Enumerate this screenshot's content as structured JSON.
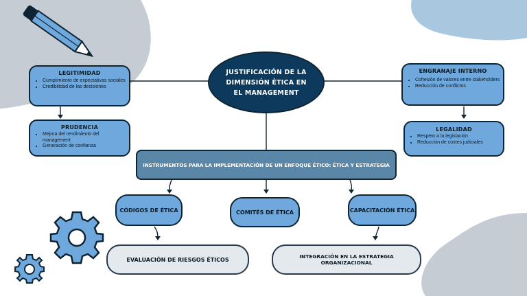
{
  "central": {
    "title": "JUSTIFICACIÓN DE LA DIMENSIÓN ÉTICA EN EL MANAGEMENT"
  },
  "left_boxes": [
    {
      "title": "LEGITIMIDAD",
      "items": [
        "Cumplimiento de expectativas sociales",
        "Credibilidad de las decisiones"
      ]
    },
    {
      "title": "PRUDENCIA",
      "items": [
        "Mejora del rendimiento del management",
        "Generación de confianza"
      ]
    }
  ],
  "right_boxes": [
    {
      "title": "ENGRANAJE INTERNO",
      "items": [
        "Cohesión de valores entre stakeholders",
        "Reducción de conflictos"
      ]
    },
    {
      "title": "LEGALIDAD",
      "items": [
        "Respeto a la legislación",
        "Reducción de costes judiciales"
      ]
    }
  ],
  "banner": {
    "title": "INSTRUMENTOS PARA LA IMPLEMENTACIÓN DE UN ENFOQUE ÉTICO: ÉTICA Y ESTRATEGIA"
  },
  "instruments": [
    {
      "label": "CÓDIGOS DE ÉTICA"
    },
    {
      "label": "COMITÉS DE ÉTICA"
    },
    {
      "label": "CAPACITACIÓN ÉTICA"
    }
  ],
  "outcomes": [
    {
      "label": "EVALUACIÓN DE RIESGOS ÉTICOS"
    },
    {
      "label": "INTEGRACIÓN EN LA ESTRATEGIA ORGANIZACIONAL"
    }
  ],
  "colors": {
    "dark_navy": "#0d3a5c",
    "light_blue": "#6fa8dc",
    "steel_blue": "#5a86a8",
    "light_gray": "#e4e9ee",
    "blob_gray": "#c5ccd4",
    "blob_blue": "#a9c8e0"
  }
}
